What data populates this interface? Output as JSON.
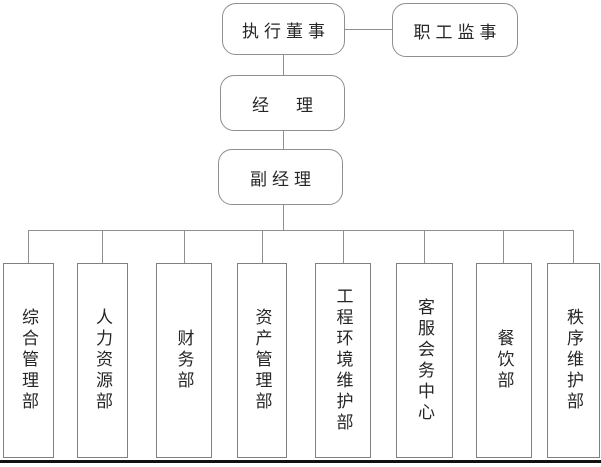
{
  "org_chart": {
    "nodes": {
      "executive_director": {
        "label": "执行董事"
      },
      "staff_supervisor": {
        "label": "职工监事"
      },
      "manager": {
        "label": "经　理"
      },
      "deputy_manager": {
        "label": "副经理"
      }
    },
    "departments": [
      {
        "label": "综合管理部"
      },
      {
        "label": "人力资源部"
      },
      {
        "label": "财务部"
      },
      {
        "label": "资产管理部"
      },
      {
        "label": "工程环境维护部"
      },
      {
        "label": "客服会务中心"
      },
      {
        "label": "餐饮部"
      },
      {
        "label": "秩序维护部"
      }
    ],
    "colors": {
      "line": "#8f8f8f",
      "box_border": "#808080",
      "text": "#262626",
      "background": "#ffffff",
      "bottom_rule": "#111111"
    }
  }
}
